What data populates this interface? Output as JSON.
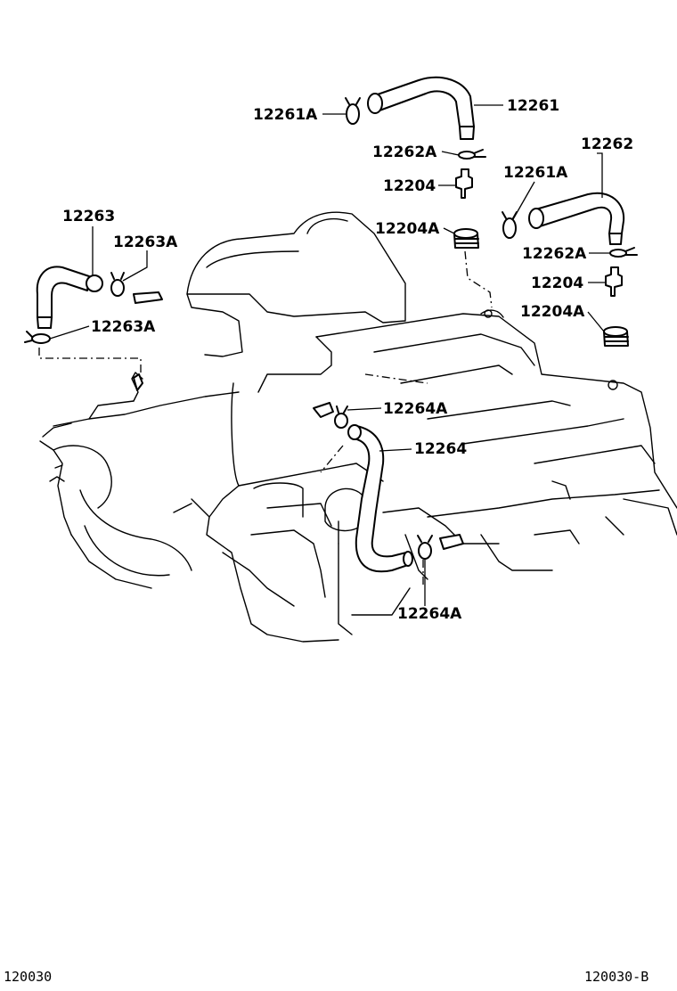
{
  "labels": {
    "l12261A": "12261A",
    "l12261": "12261",
    "l12262A_top": "12262A",
    "l12204_top": "12204",
    "l12204A_top": "12204A",
    "l12262": "12262",
    "l12261A_right": "12261A",
    "l12262A_right": "12262A",
    "l12204_right": "12204",
    "l12204A_right": "12204A",
    "l12263": "12263",
    "l12263A_top": "12263A",
    "l12263A_bottom": "12263A",
    "l12264A_top": "12264A",
    "l12264": "12264",
    "l12264A_bottom": "12264A"
  },
  "footer": {
    "left_code": "120030",
    "right_code": "120030-B"
  }
}
